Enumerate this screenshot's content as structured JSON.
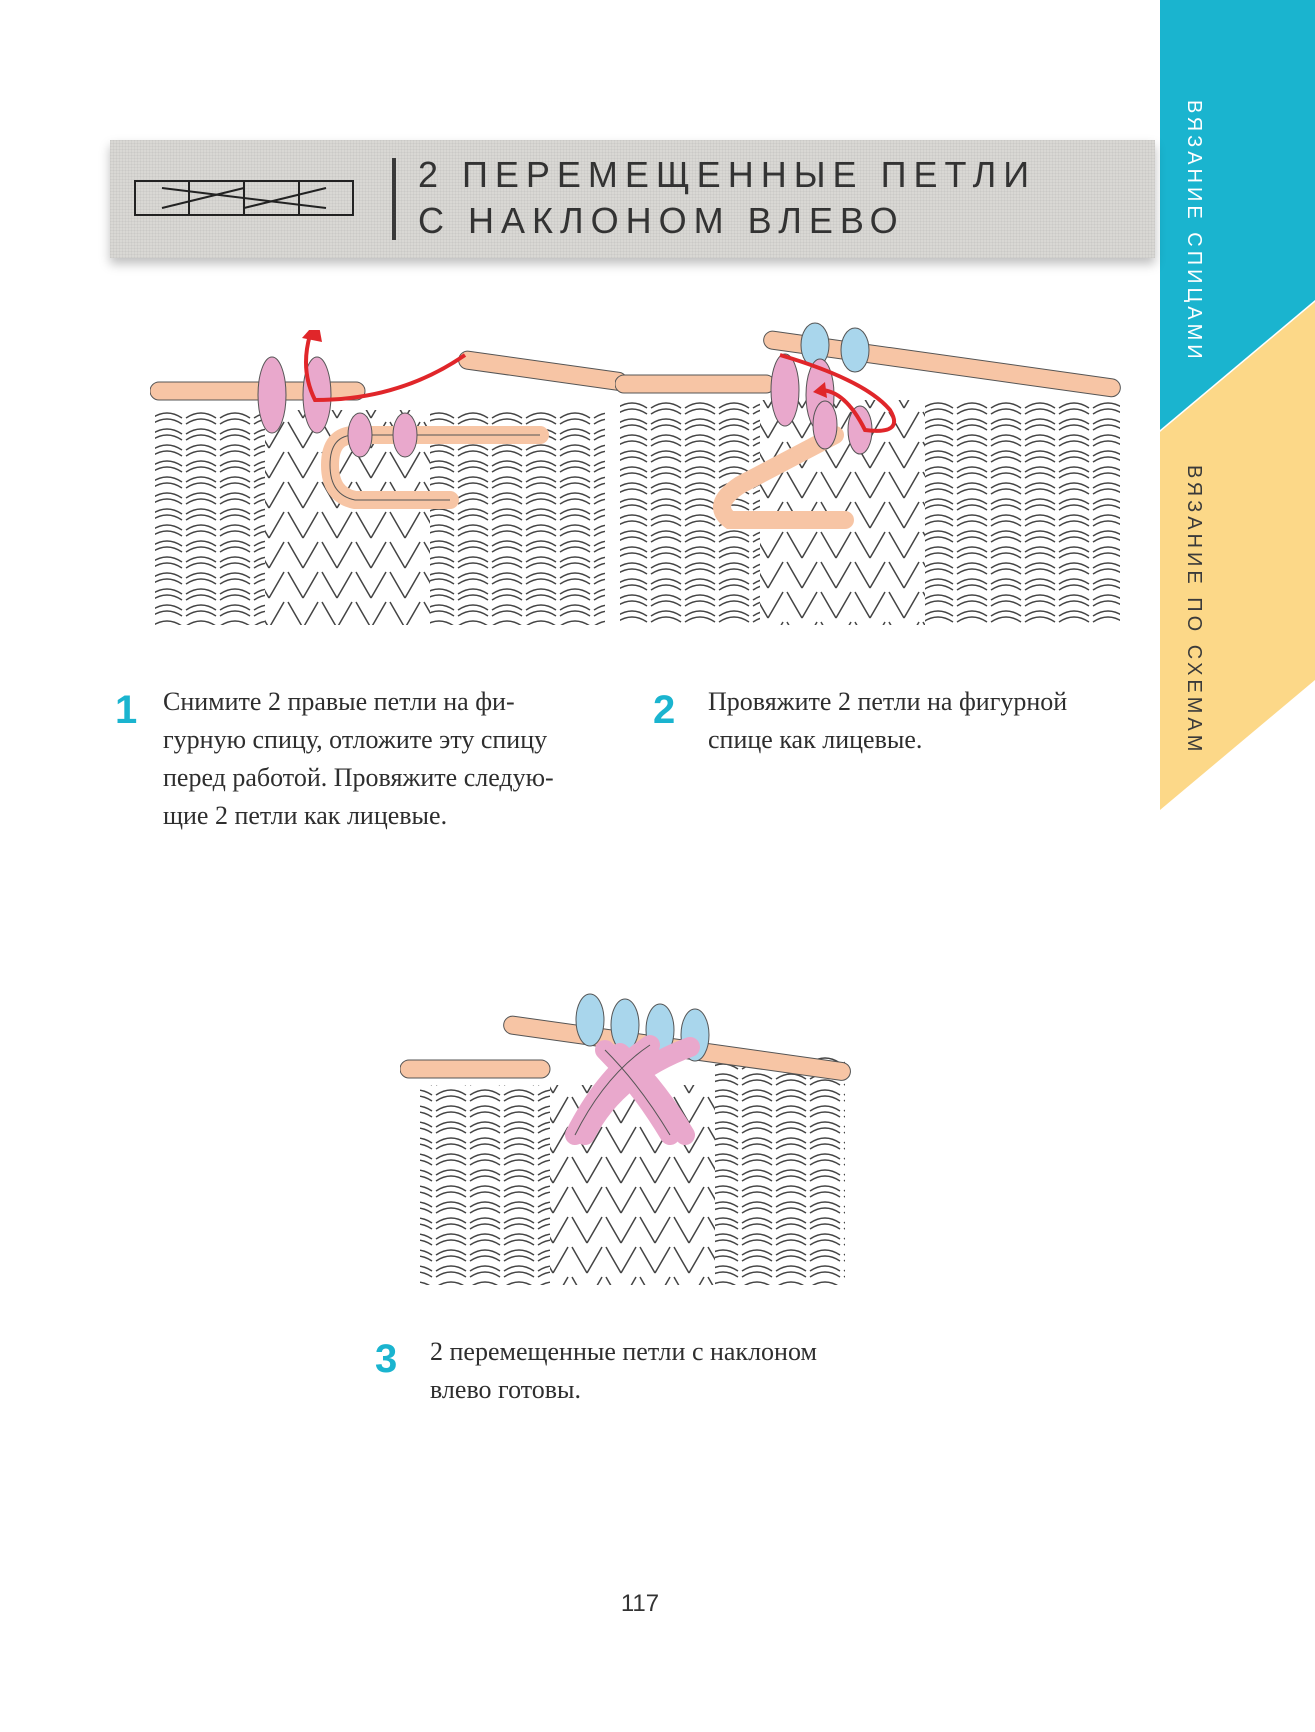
{
  "title": {
    "line1": "2 ПЕРЕМЕЩЕННЫЕ ПЕТЛИ",
    "line2": "С НАКЛОНОМ ВЛЕВО"
  },
  "side_tabs": [
    {
      "label": "ВЯЗАНИЕ СПИЦАМИ",
      "color": "#1ab4cf"
    },
    {
      "label": "ВЯЗАНИЕ ПО СХЕМАМ",
      "color": "#fcd888"
    }
  ],
  "steps": [
    {
      "number": "1",
      "lines": [
        "Снимите 2 правые петли на фи-",
        "гурную спицу, отложите эту спицу",
        "перед работой. Провяжите следую-",
        "щие 2 петли как лицевые."
      ]
    },
    {
      "number": "2",
      "lines": [
        "Провяжите 2 петли на фигурной",
        "спице как лицевые."
      ]
    },
    {
      "number": "3",
      "lines": [
        "2 перемещенные петли с наклоном",
        "влево готовы."
      ]
    }
  ],
  "colors": {
    "accent": "#1ab4cf",
    "highlight_pink": "#e9a8cc",
    "highlight_blue": "#a9d6ec",
    "needle": "#f7c5a5",
    "arrow": "#e0262a"
  },
  "page_number": "117"
}
